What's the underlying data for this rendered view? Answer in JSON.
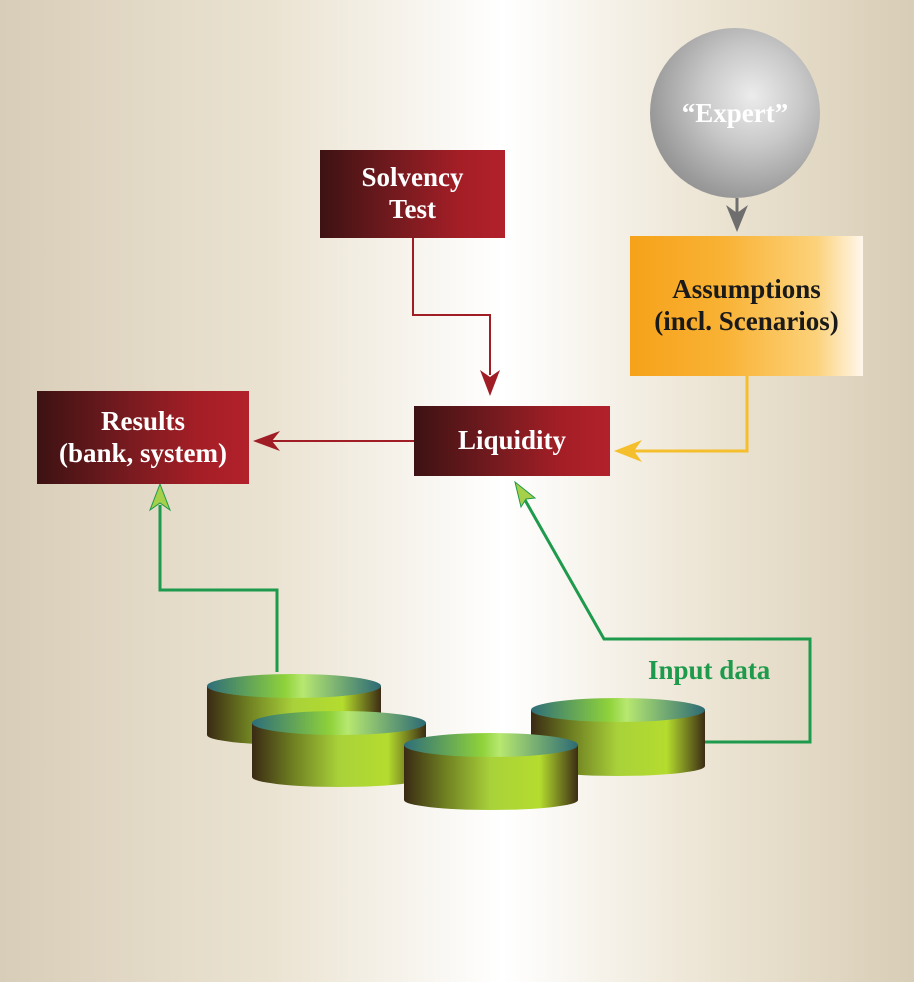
{
  "nodes": {
    "expert": "“Expert”",
    "solvency": [
      "Solvency",
      "Test"
    ],
    "assumptions": [
      "Assumptions",
      "(incl. Scenarios)"
    ],
    "results": [
      "Results",
      "(bank, system)"
    ],
    "liquidity": "Liquidity",
    "input_data": "Input data"
  },
  "colors": {
    "red_arrow": "#a01d26",
    "green_arrow": "#1e9a4c",
    "yellow_arrow": "#f5be2c",
    "gray_arrow": "#6e6e6e"
  }
}
